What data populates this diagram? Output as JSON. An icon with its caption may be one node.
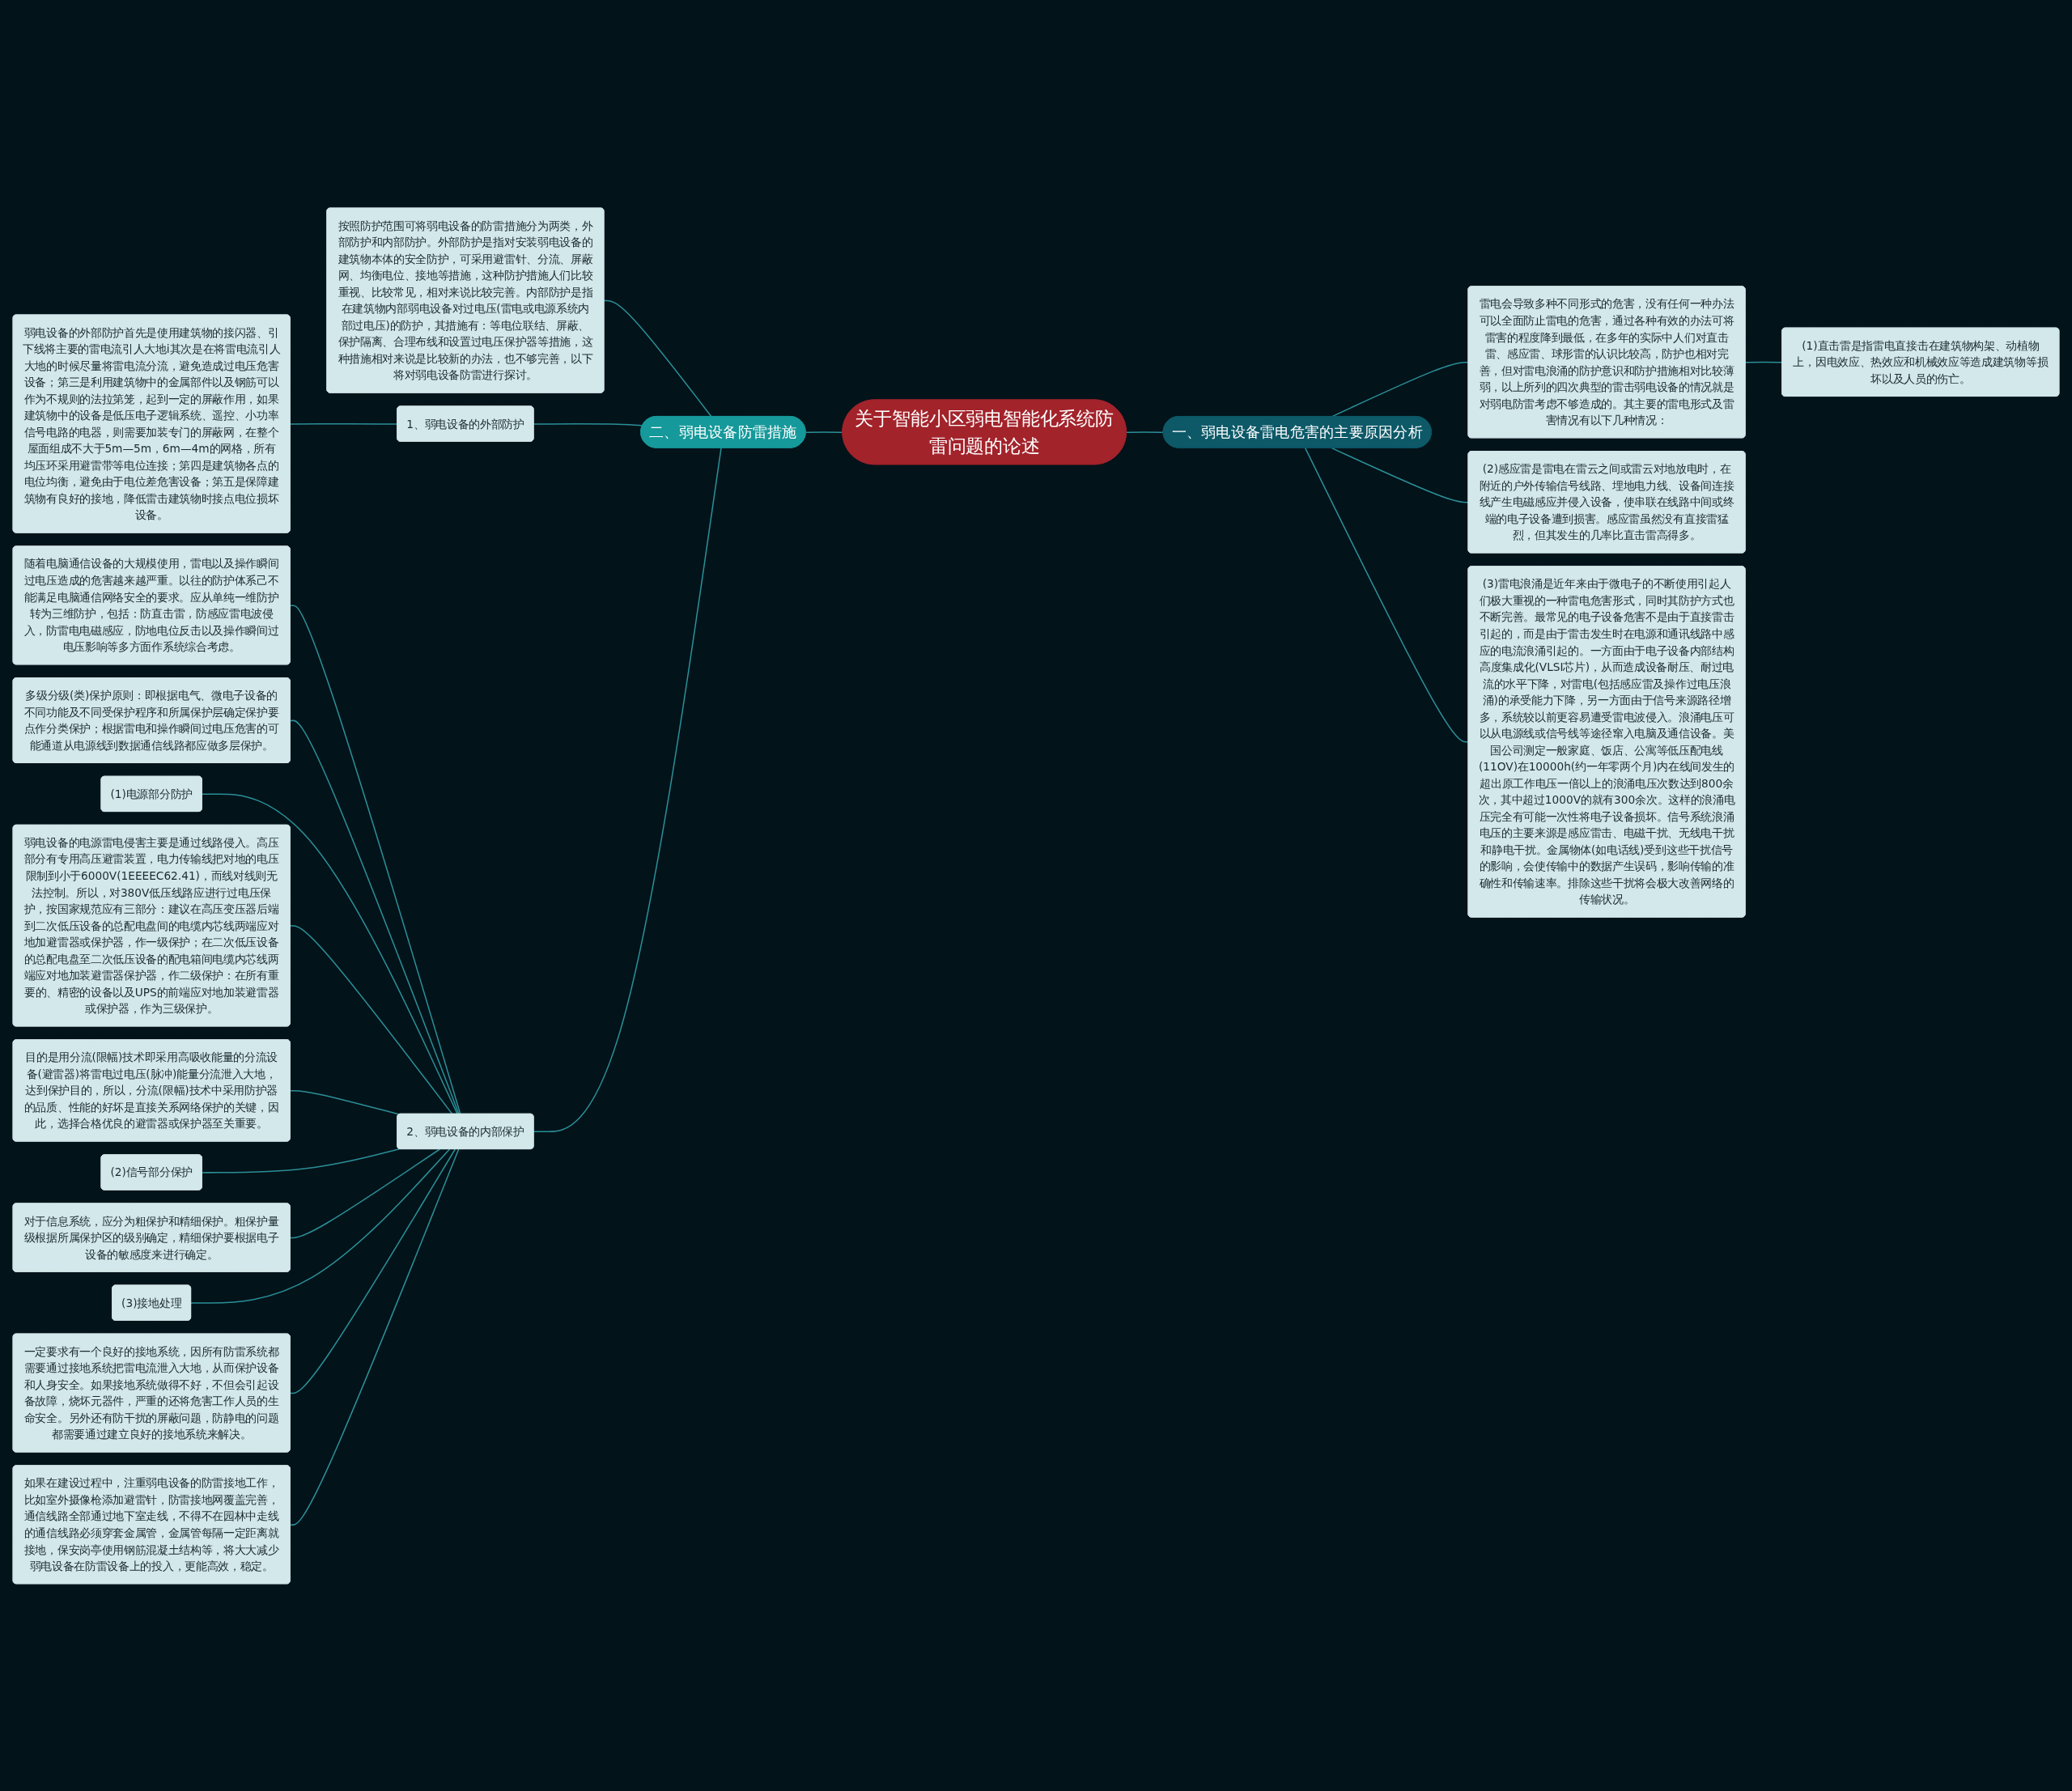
{
  "diagram": {
    "nodes": [
      {
        "text": [
          "关于智能小区弱电智能化系统防雷问题的论述"
        ]
      },
      {
        "text": [
          "一、弱电设备雷电危害的主要原因分析"
        ]
      },
      {
        "text": [
          "雷电会导致多种不同形式的危害，没有任何一种办法可以全面防止雷电的危害，通过各种有效的办法可将雷害的程度降到最低，在多年的实际中人们对直击雷、感应雷、球形雷的认识比较高，防护也相对完善，但对雷电浪涌的防护意识和防护措施相对比较薄弱，以上所列的四次典型的雷击弱电设备的情况就是对弱电防雷考虑不够造成的。其主要的雷电形式及雷害情况有以下几种情况："
        ]
      },
      {
        "text": [
          "(1)直击雷是指雷电直接击在建筑物构架、动植物上，因电效应、热效应和机械效应等造成建筑物等损坏以及人员的伤亡。"
        ]
      },
      {
        "text": [
          "(2)感应雷是雷电在雷云之间或雷云对地放电时，在附近的户外传输信号线路、埋地电力线、设备间连接线产生电磁感应并侵入设备，使串联在线路中间或终端的电子设备遭到损害。感应雷虽然没有直接雷猛烈，但其发生的几率比直击雷高得多。"
        ]
      },
      {
        "text": [
          "(3)雷电浪涌是近年来由于微电子的不断使用引起人们极大重视的一种雷电危害形式，同时其防护方式也不断完善。最常见的电子设备危害不是由于直接雷击引起的，而是由于雷击发生时在电源和通讯线路中感应的电流浪涌引起的。一方面由于电子设备内部结构高度集成化(VLSI芯片)，从而造成设备耐压、耐过电流的水平下降，对雷电(包括感应雷及操作过电压浪涌)的承受能力下降，另一方面由于信号来源路径增多，系统较以前更容易遭受雷电波侵入。浪涌电压可以从电源线或信号线等途径窜入电脑及通信设备。美国公司测定一般家庭、饭店、公寓等低压配电线(11OV)在10000h(约一年零两个月)内在线间发生的超出原工作电压一倍以上的浪涌电压次数达到800余次，其中超过1000V的就有300余次。这样的浪涌电压完全有可能一次性将电子设备损坏。信号系统浪涌电压的主要来源是感应雷击、电磁干扰、无线电干扰和静电干扰。金属物体(如电话线)受到这些干扰信号的影响，会使传输中的数据产生误码，影响传输的准确性和传输速率。排除这些干扰将会极大改善网络的传输状况。"
        ]
      },
      {
        "text": [
          "二、弱电设备防雷措施"
        ]
      },
      {
        "text": [
          "按照防护范围可将弱电设备的防雷措施分为两类，外部防护和内部防护。外部防护是指对安装弱电设备的建筑物本体的安全防护，可采用避雷针、分流、屏蔽网、均衡电位、接地等措施，这种防护措施人们比较重视、比较常见，相对来说比较完善。内部防护是指在建筑物内部弱电设备对过电压(雷电或电源系统内部过电压)的防护，其措施有：等电位联结、屏蔽、保护隔离、合理布线和设置过电压保护器等措施，这种措施相对来说是比较新的办法，也不够完善，以下将对弱电设备防雷进行探讨。"
        ]
      },
      {
        "text": [
          "1、弱电设备的外部防护"
        ]
      },
      {
        "text": [
          "弱电设备的外部防护首先是使用建筑物的接闪器、引下线将主要的雷电流引人大地i其次是在将雷电流引人大地的时候尽量将雷电流分流，避免造成过电压危害设备；第三是利用建筑物中的金属部件以及钢筋可以作为不规则的法拉第笼，起到一定的屏蔽作用，如果建筑物中的设备是低压电子逻辑系统、遥控、小功率信号电路的电器，则需要加装专门的屏蔽网，在整个屋面组成不大于5m—5m，6m—4m的网格，所有均压环采用避雷带等电位连接；第四是建筑物各点的电位均衡，避免由于电位差危害设备；第五是保障建筑物有良好的接地，降低雷击建筑物时接点电位损坏设备。"
        ]
      },
      {
        "text": [
          "2、弱电设备的内部保护"
        ]
      },
      {
        "text": [
          "随着电脑通信设备的大规模使用，雷电以及操作瞬间过电压造成的危害越来越严重。以往的防护体系己不能满足电脑通信网络安全的要求。应从单纯一维防护转为三维防护，包括：防直击雷，防感应雷电波侵入，防雷电电磁感应，防地电位反击以及操作瞬间过电压影响等多方面作系统综合考虑。"
        ]
      },
      {
        "text": [
          "多级分级(类)保护原则：即根据电气、微电子设备的不同功能及不同受保护程序和所属保护层确定保护要点作分类保护；根据雷电和操作瞬间过电压危害的可能通道从电源线到数据通信线路都应做多层保护。"
        ]
      },
      {
        "text": [
          "(1)电源部分防护"
        ]
      },
      {
        "text": [
          "弱电设备的电源雷电侵害主要是通过线路侵入。高压部分有专用高压避雷装置，电力传输线把对地的电压限制到小于6000V(1EEEEC62.41)，而线对线则无法控制。所以，对380V低压线路应进行过电压保护，按国家规范应有三部分：建议在高压变压器后端到二次低压设备的总配电盘间的电缆内芯线两端应对地加避雷器或保护器，作一级保护；在二次低压设备的总配电盘至二次低压设备的配电箱间电缆内芯线两端应对地加装避雷器保护器，作二级保护：在所有重要的、精密的设备以及UPS的前端应对地加装避雷器或保护器，作为三级保护。"
        ]
      },
      {
        "text": [
          "目的是用分流(限幅)技术即采用高吸收能量的分流设备(避雷器)将雷电过电压(脉冲)能量分流泄入大地，达到保护目的，所以，分流(限幅)技术中采用防护器的品质、性能的好坏是直接关系网络保护的关键，因此，选择合格优良的避雷器或保护器至关重要。"
        ]
      },
      {
        "text": [
          "(2)信号部分保护"
        ]
      },
      {
        "text": [
          "对于信息系统，应分为粗保护和精细保护。粗保护量级根据所属保护区的级别确定，精细保护要根据电子设备的敏感度来进行确定。"
        ]
      },
      {
        "text": [
          "(3)接地处理"
        ]
      },
      {
        "text": [
          "一定要求有一个良好的接地系统，因所有防雷系统都需要通过接地系统把雷电流泄入大地，从而保护设备和人身安全。如果接地系统做得不好，不但会引起设备故障，烧坏元器件，严重的还将危害工作人员的生命安全。另外还有防干扰的屏蔽问题，防静电的问题都需要通过建立良好的接地系统来解决。"
        ]
      },
      {
        "text": [
          "如果在建设过程中，注重弱电设备的防雷接地工作，比如室外摄像枪添加避雷针，防雷接地网覆盖完善，通信线路全部通过地下室走线，不得不在园林中走线的通信线路必须穿套金属管，金属管每隔一定距离就接地，保安岗亭使用钢筋混凝土结构等，将大大减少弱电设备在防雷设备上的投入，更能高效，稳定。"
        ]
      }
    ],
    "edges": [
      {
        "from": 0,
        "to": 1,
        "arrow": "none"
      },
      {
        "from": 1,
        "to": 2,
        "arrow": "none"
      },
      {
        "from": 2,
        "to": 3,
        "arrow": "none"
      },
      {
        "from": 1,
        "to": 4,
        "arrow": "none"
      },
      {
        "from": 1,
        "to": 5,
        "arrow": "none"
      },
      {
        "from": 6,
        "to": 0,
        "arrow": "none"
      },
      {
        "from": 7,
        "to": 6,
        "arrow": "none"
      },
      {
        "from": 8,
        "to": 6,
        "arrow": "none"
      },
      {
        "from": 9,
        "to": 8,
        "arrow": "none"
      },
      {
        "from": 10,
        "to": 6,
        "arrow": "none"
      },
      {
        "from": 11,
        "to": 10,
        "arrow": "none"
      },
      {
        "from": 12,
        "to": 10,
        "arrow": "none"
      },
      {
        "from": 13,
        "to": 10,
        "arrow": "none"
      },
      {
        "from": 14,
        "to": 10,
        "arrow": "none"
      },
      {
        "from": 15,
        "to": 10,
        "arrow": "none"
      },
      {
        "from": 16,
        "to": 10,
        "arrow": "none"
      },
      {
        "from": 17,
        "to": 10,
        "arrow": "none"
      },
      {
        "from": 18,
        "to": 10,
        "arrow": "none"
      },
      {
        "from": 19,
        "to": 10,
        "arrow": "none"
      },
      {
        "from": 20,
        "to": 10,
        "arrow": "none"
      }
    ]
  }
}
